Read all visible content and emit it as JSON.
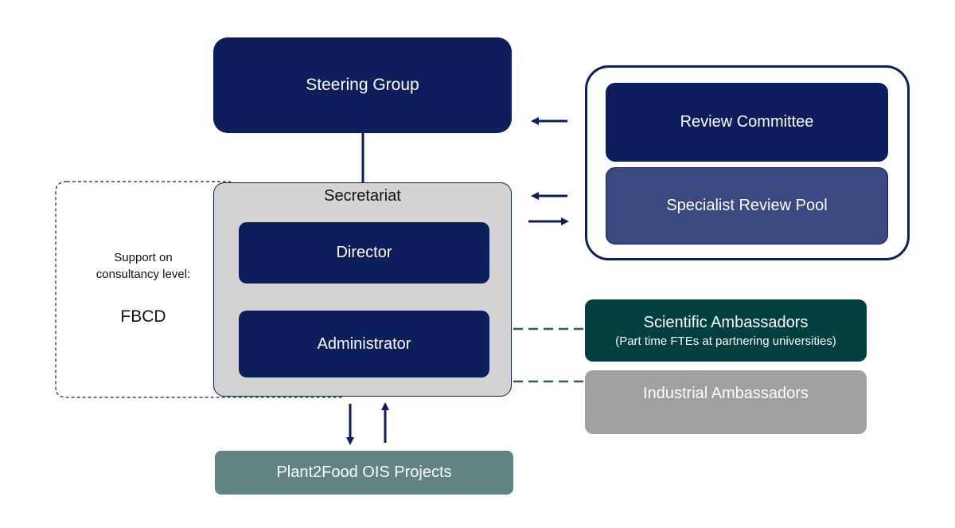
{
  "diagram": {
    "steering_group": "Steering Group",
    "secretariat": "Secretariat",
    "director": "Director",
    "administrator": "Administrator",
    "review_committee": "Review Committee",
    "specialist_review_pool": "Specialist Review Pool",
    "scientific_ambassadors": "Scientific Ambassadors",
    "scientific_ambassadors_note": "(Part time FTEs at partnering universities)",
    "industrial_ambassadors": "Industrial Ambassadors",
    "projects": "Plant2Food OIS Projects",
    "support_line1": "Support on",
    "support_line2": "consultancy level:",
    "fbcd": "FBCD"
  },
  "colors": {
    "navy": "#0c1f5c",
    "pool_blue": "#3a4a80",
    "dark_green": "#004040",
    "grey": "#a0a0a0",
    "teal": "#5f8482",
    "secretariat_bg": "#d3d3d3"
  }
}
